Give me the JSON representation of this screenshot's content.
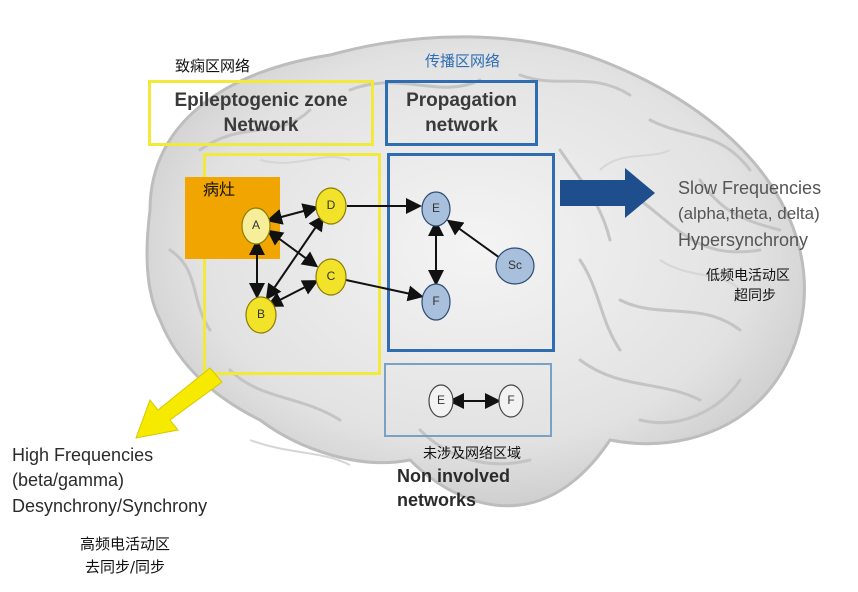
{
  "colors": {
    "epileptogenic": "#f2ea3a",
    "propagation": "#2f6db3",
    "non_involved": "#7aa0c8",
    "focus": "#f0a500",
    "yellow_node": "#f2e32a",
    "blue_node": "#a9c0dc",
    "slow_arrow": "#1f4e8c",
    "fast_arrow": "#f5ea00"
  },
  "labels": {
    "ez_cn": "致痫区网络",
    "ez_en_1": "Epileptogenic  zone",
    "ez_en_2": "Network",
    "prop_cn": "传播区网络",
    "prop_en_1": "Propagation",
    "prop_en_2": "network",
    "focus_cn": "病灶",
    "slow_1": "Slow Frequencies",
    "slow_2": "(alpha,theta, delta)",
    "slow_3": "Hypersynchrony",
    "slow_cn_1": "低频电活动区",
    "slow_cn_2": "超同步",
    "high_1": "High Frequencies",
    "high_2": "(beta/gamma)",
    "high_3": "Desynchrony/Synchrony",
    "high_cn_1": "高频电活动区",
    "high_cn_2": "去同步/同步",
    "non_cn": "未涉及网络区域",
    "non_1": "Non involved",
    "non_2": "networks"
  },
  "nodes": {
    "A": "A",
    "B": "B",
    "C": "C",
    "D": "D",
    "E": "E",
    "F": "F",
    "Sc": "Sc",
    "E2": "E",
    "F2": "F"
  },
  "icons": {
    "brain": "brain-illustration",
    "slow_arrow": "arrow-right-icon",
    "fast_arrow": "arrow-down-left-icon"
  }
}
